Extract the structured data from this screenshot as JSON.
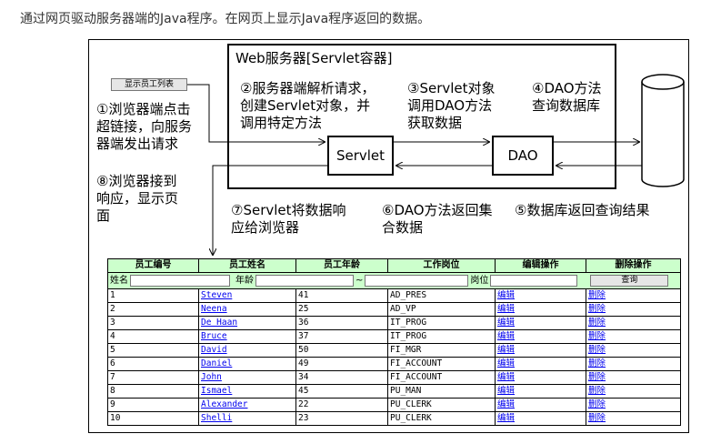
{
  "caption": "通过网页驱动服务器端的Java程序。在网页上显示Java程序返回的数据。",
  "list_button": "显示员工列表",
  "server_title": "Web服务器[Servlet容器]",
  "nodes": {
    "servlet": "Servlet",
    "dao": "DAO",
    "db": "DB"
  },
  "steps": {
    "s1": [
      "①浏览器端点击",
      "超链接，向服务",
      "器端发出请求"
    ],
    "s2": [
      "②服务器端解析请求，",
      "创建Servlet对象，并",
      "调用特定方法"
    ],
    "s3": [
      "③Servlet对象",
      "调用DAO方法",
      "获取数据"
    ],
    "s4": [
      "④DAO方法",
      "查询数据库"
    ],
    "s5": [
      "⑤数据库返回查询结果"
    ],
    "s6": [
      "⑥DAO方法返回集",
      "合数据"
    ],
    "s7": [
      "⑦Servlet将数据响",
      "应给浏览器"
    ],
    "s8": [
      "⑧浏览器接到",
      "响应，显示页",
      "面"
    ]
  },
  "table": {
    "headers": [
      "员工编号",
      "员工姓名",
      "员工年龄",
      "工作岗位",
      "编辑操作",
      "删除操作"
    ],
    "search": {
      "name_label": "姓名",
      "age_label": "年龄",
      "age_sep": "~",
      "job_label": "岗位",
      "button": "查询"
    },
    "edit_label": "编辑",
    "delete_label": "删除",
    "rows": [
      [
        "1",
        "Steven",
        "41",
        "AD_PRES"
      ],
      [
        "2",
        "Neena",
        "25",
        "AD_VP"
      ],
      [
        "3",
        "De Haan",
        "36",
        "IT_PROG"
      ],
      [
        "4",
        "Bruce",
        "37",
        "IT_PROG"
      ],
      [
        "5",
        "David",
        "50",
        "FI_MGR"
      ],
      [
        "6",
        "Daniel",
        "49",
        "FI_ACCOUNT"
      ],
      [
        "7",
        "John",
        "34",
        "FI_ACCOUNT"
      ],
      [
        "8",
        "Ismael",
        "45",
        "PU_MAN"
      ],
      [
        "9",
        "Alexander",
        "22",
        "PU_CLERK"
      ],
      [
        "10",
        "Shelli",
        "23",
        "PU_CLERK"
      ]
    ]
  }
}
